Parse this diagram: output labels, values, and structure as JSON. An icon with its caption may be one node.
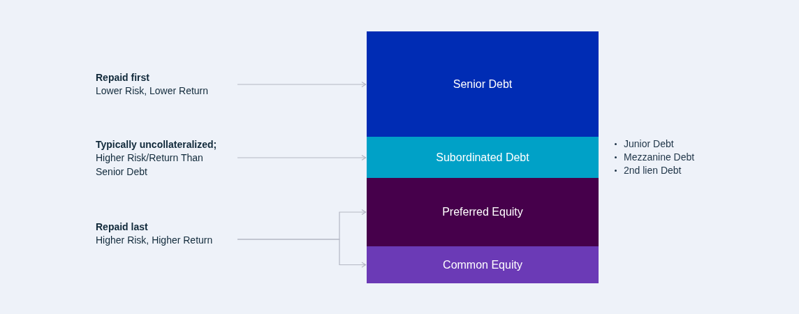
{
  "diagram": {
    "nodes": [
      {
        "text": [
          "Repaid first",
          "Lower Risk, Lower Return"
        ]
      },
      {
        "text": [
          "Senior Debt"
        ]
      },
      {
        "text": [
          "Typically uncollateralized;",
          "Higher Risk/Return Than Senior Debt"
        ]
      },
      {
        "text": [
          "Subordinated Debt"
        ],
        "beside": [
          "Junior Debt",
          "Mezzanine Debt",
          "2nd lien Debt"
        ]
      },
      {
        "text": [
          "Repaid last",
          "Higher Risk, Higher Return"
        ]
      },
      {
        "text": [
          "Preferred Equity"
        ]
      },
      {
        "text": [
          "Common Equity"
        ]
      }
    ],
    "edges": [
      {
        "from": 0,
        "to": 1,
        "arrow": "to"
      },
      {
        "from": 2,
        "to": 3,
        "arrow": "to"
      },
      {
        "from": 4,
        "to": 5,
        "arrow": "to"
      },
      {
        "from": 4,
        "to": 6,
        "arrow": "to"
      }
    ]
  }
}
